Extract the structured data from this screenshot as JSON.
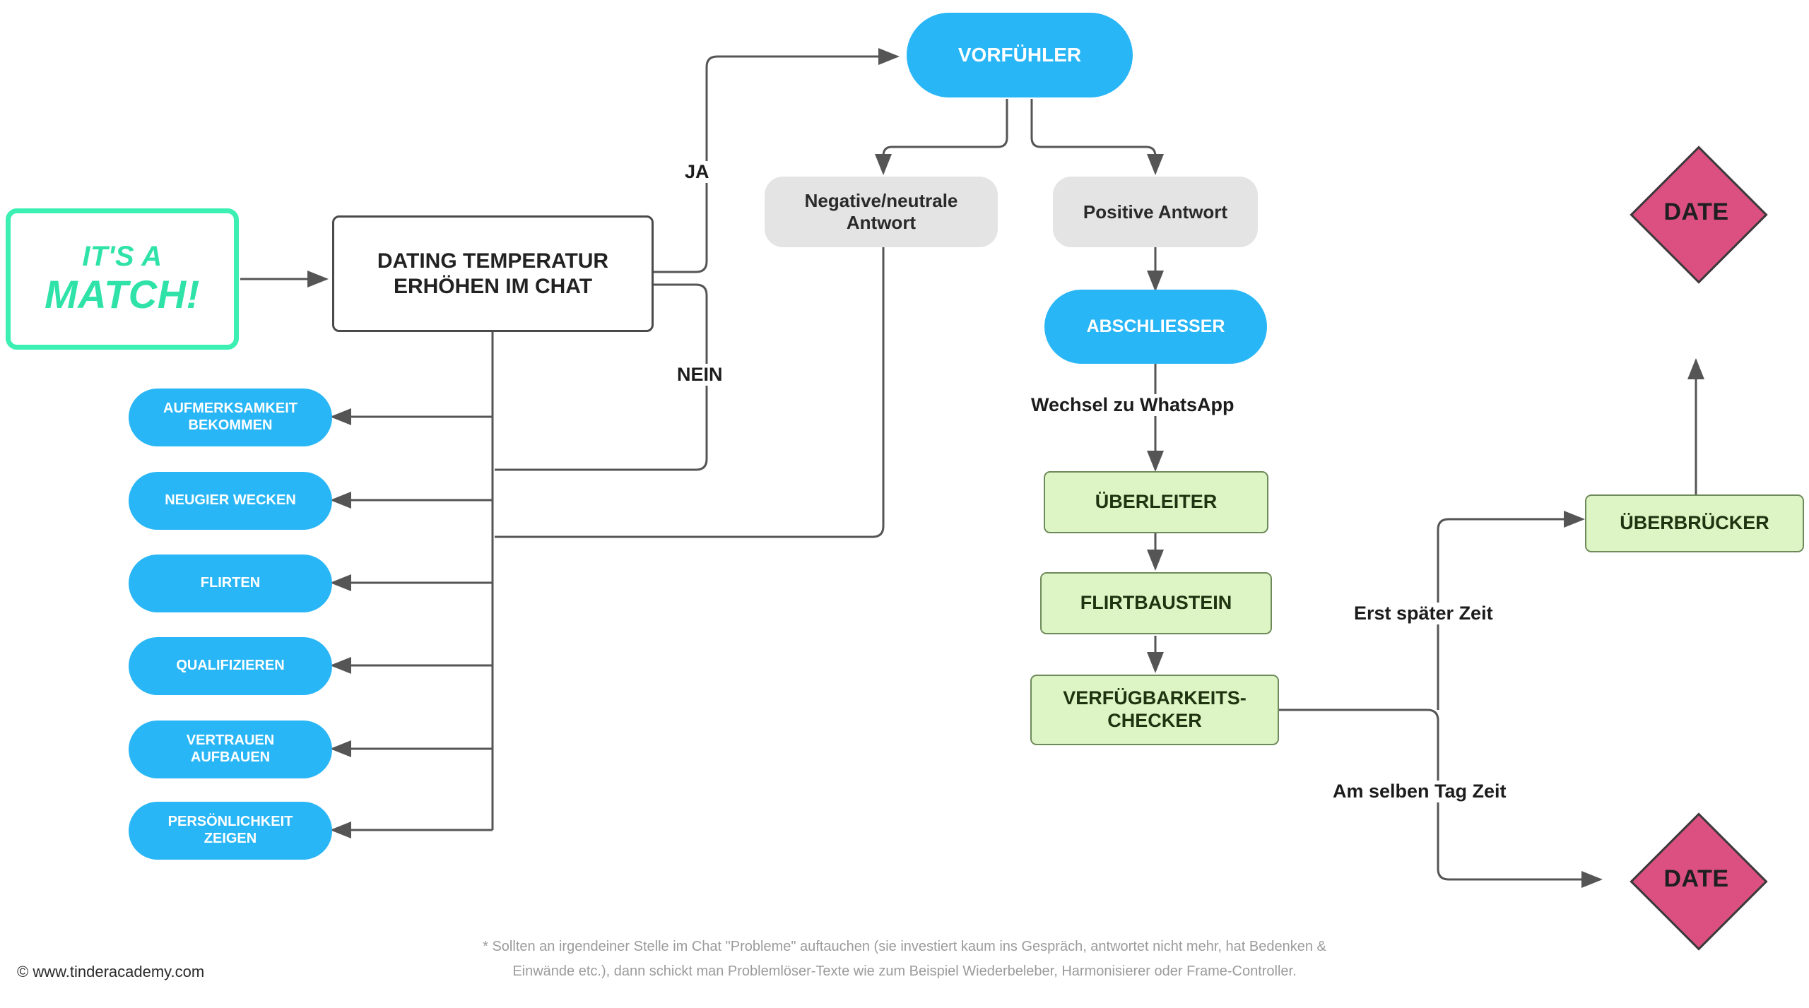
{
  "diagram": {
    "title": "Dating Chat Flowchart",
    "colors": {
      "mint": "#2FE3A8",
      "blue": "#29B6F6",
      "grey": "#E4E4E4",
      "green": "#DDF5C4",
      "pink": "#DB5081",
      "edge": "#555555"
    }
  },
  "start": {
    "line1": "IT'S A",
    "line2": "MATCH!"
  },
  "main_process": {
    "line1": "DATING TEMPERATUR",
    "line2": "ERHÖHEN IM CHAT"
  },
  "techniques": [
    {
      "line1": "AUFMERKSAMKEIT",
      "line2": "BEKOMMEN"
    },
    {
      "line1": "NEUGIER WECKEN",
      "line2": ""
    },
    {
      "line1": "FLIRTEN",
      "line2": ""
    },
    {
      "line1": "QUALIFIZIEREN",
      "line2": ""
    },
    {
      "line1": "VERTRAUEN",
      "line2": "AUFBAUEN"
    },
    {
      "line1": "PERSÖNLICHKEIT",
      "line2": "ZEIGEN"
    }
  ],
  "decision_labels": {
    "yes": "JA",
    "no": "NEIN"
  },
  "vorfuehler": {
    "label": "VORFÜHLER"
  },
  "answers": {
    "negative": {
      "line1": "Negative/neutrale",
      "line2": "Antwort"
    },
    "positive": {
      "line1": "Positive Antwort",
      "line2": ""
    }
  },
  "abschliesser": {
    "label": "ABSCHLIESSER"
  },
  "whatsapp_label": "Wechsel zu WhatsApp",
  "green_steps": [
    {
      "line1": "ÜBERLEITER",
      "line2": ""
    },
    {
      "line1": "FLIRTBAUSTEIN",
      "line2": ""
    },
    {
      "line1": "VERFÜGBARKEITS-",
      "line2": "CHECKER"
    }
  ],
  "timing_labels": {
    "later": "Erst später Zeit",
    "same_day": "Am selben Tag Zeit"
  },
  "ueberbruecker": {
    "label": "ÜBERBRÜCKER"
  },
  "dates": {
    "top": "DATE",
    "bottom": "DATE"
  },
  "footnote": {
    "line1": "* Sollten an irgendeiner Stelle im Chat \"Probleme\" auftauchen (sie investiert kaum ins Gespräch, antwortet nicht mehr, hat Bedenken &",
    "line2": "Einwände etc.), dann schickt man Problemlöser-Texte wie zum Beispiel Wiederbeleber, Harmonisierer oder Frame-Controller."
  },
  "credit": "© www.tinderacademy.com"
}
